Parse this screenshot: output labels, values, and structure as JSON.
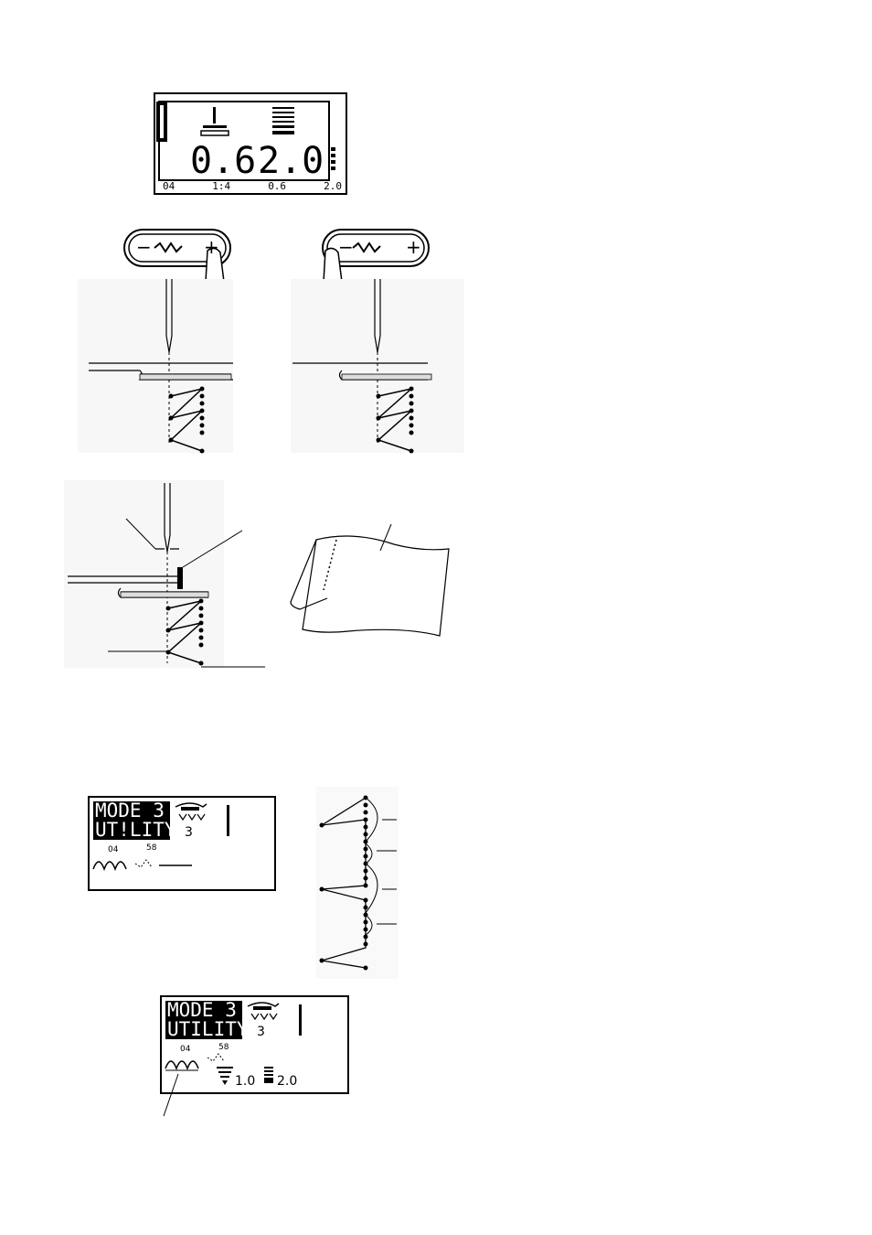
{
  "lcd1": {
    "width_value": "0.6",
    "length_value": "2.0",
    "bottom": [
      "04",
      "1:4",
      "0.6",
      "2.0"
    ]
  },
  "width_button": {
    "minus": "−",
    "plus": "+",
    "icon": "zigzag-icon"
  },
  "lcd2": {
    "mode_line1": "MODE 3",
    "mode_line2": "UT!LITY",
    "foot_number": "3",
    "pattern_number": "04",
    "stitch_number": "58",
    "icon_foot": "presser-foot-icon",
    "icon_needle": "needle-icon"
  },
  "lcd3": {
    "mode_line1": "MODE 3",
    "mode_line2": "UTILITY",
    "foot_number": "3",
    "pattern_number": "04",
    "stitch_number": "58",
    "width_value": "1.0",
    "length_value": "2.0"
  }
}
